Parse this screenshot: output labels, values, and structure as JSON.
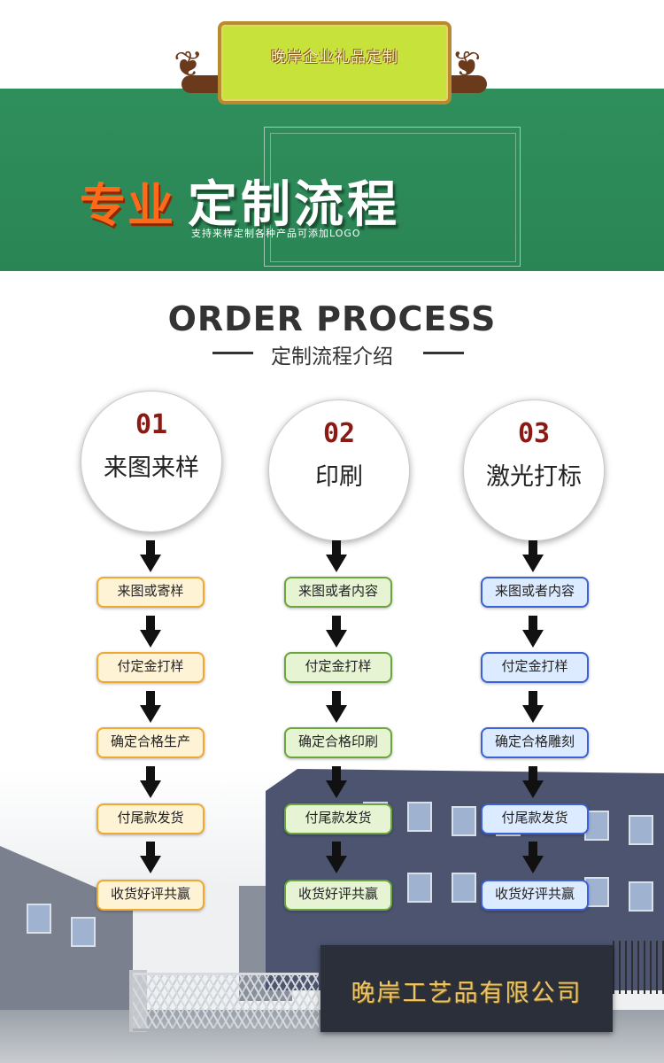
{
  "header": {
    "plaque_title": "晚岸企业礼品定制",
    "headline_highlight": "专业",
    "headline_main": "定制流程",
    "subtitle": "支持来样定制各种产品可添加LOGO"
  },
  "process": {
    "title_en": "ORDER PROCESS",
    "title_cn": "定制流程介绍",
    "columns": [
      {
        "number": "01",
        "label": "来图来样",
        "steps": [
          "来图或寄样",
          "付定金打样",
          "确定合格生产",
          "付尾款发货",
          "收货好评共赢"
        ]
      },
      {
        "number": "02",
        "label": "印刷",
        "steps": [
          "来图或者内容",
          "付定金打样",
          "确定合格印刷",
          "付尾款发货",
          "收货好评共赢"
        ]
      },
      {
        "number": "03",
        "label": "激光打标",
        "steps": [
          "来图或者内容",
          "付定金打样",
          "确定合格雕刻",
          "付尾款发货",
          "收货好评共赢"
        ]
      }
    ]
  },
  "footer": {
    "company_sign": "晚岸工艺品有限公司"
  },
  "colors": {
    "banner_green": "#2e8b57",
    "accent_orange": "#ff6a1a",
    "number_red": "#8b1a12",
    "box_orange_border": "#f0a830",
    "box_green_border": "#6aa63a",
    "box_blue_border": "#3a62d6",
    "sign_gold": "#e9c46a"
  }
}
